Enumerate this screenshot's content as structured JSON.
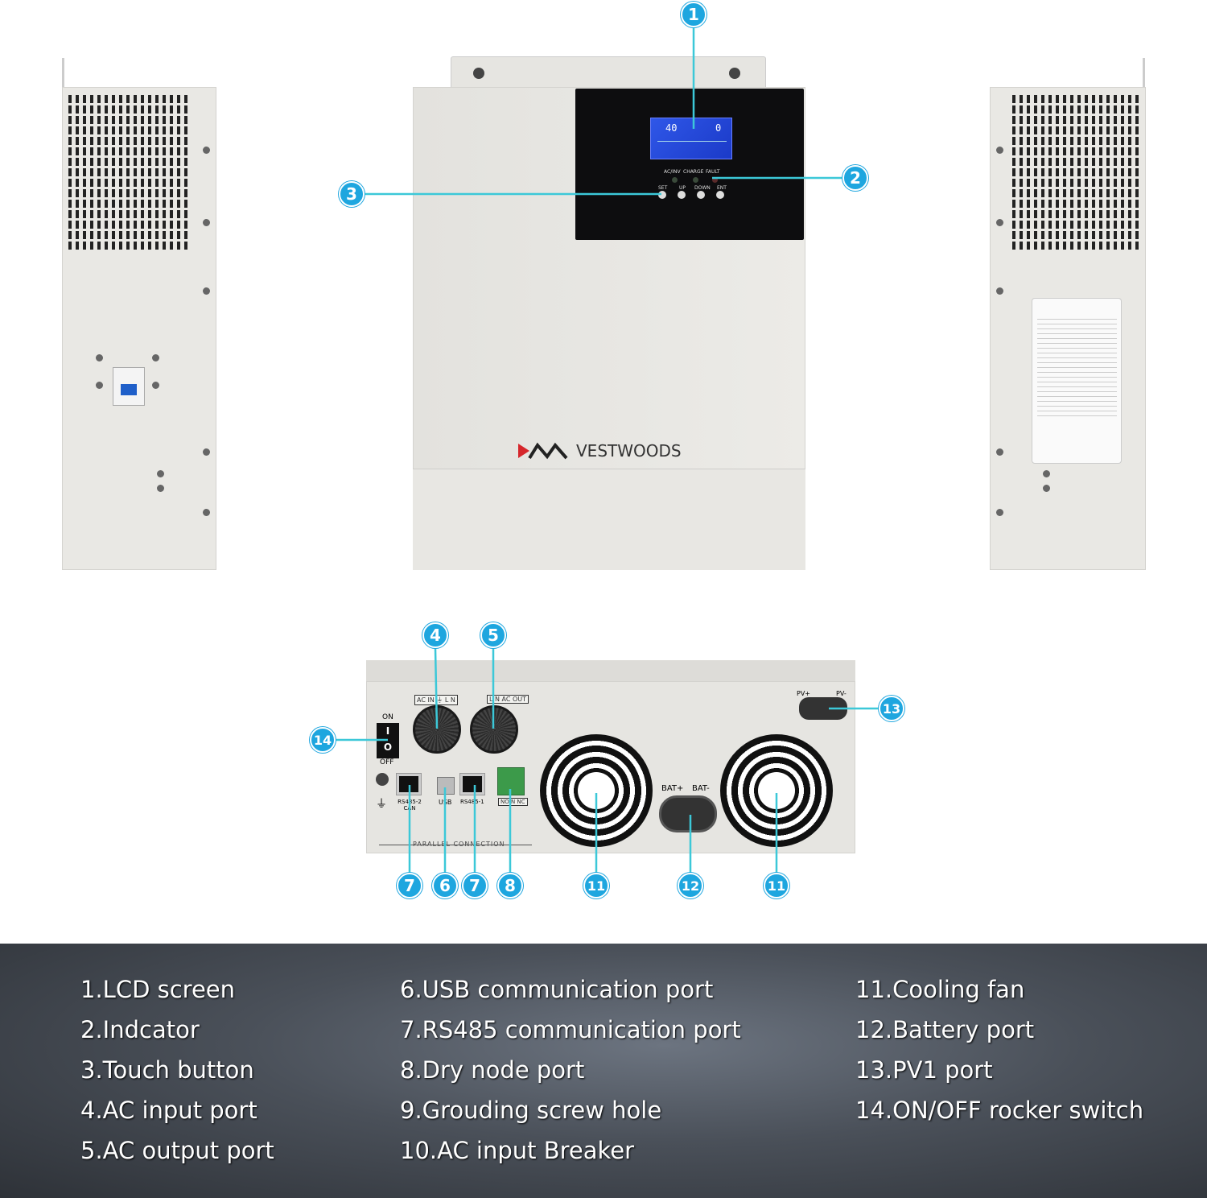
{
  "callouts": [
    "1",
    "2",
    "3",
    "4",
    "5",
    "14",
    "13",
    "7",
    "6",
    "7",
    "8",
    "11",
    "12",
    "11"
  ],
  "brand": "VESTWOODS",
  "lcd": {
    "left_value": "40",
    "right_value": "0"
  },
  "indicators": [
    "AC/INV",
    "CHARGE",
    "FAULT"
  ],
  "buttons": [
    "SET",
    "UP",
    "DOWN",
    "ENT"
  ],
  "bottom_panel": {
    "ac_in_label": "AC IN ⏚ L N",
    "ac_out_label": "L N AC OUT",
    "switch_on": "ON",
    "switch_off": "OFF",
    "switch_i": "I",
    "switch_o": "O",
    "rs485_2": "RS485-2 CAN",
    "usb": "USB",
    "rs485_1": "RS485-1",
    "dry": "NO N NC",
    "parallel": "PARALLEL CONNECTION",
    "bat_plus": "BAT+",
    "bat_minus": "BAT-",
    "pv_plus": "PV+",
    "pv_minus": "PV-"
  },
  "legend": [
    "1.LCD screen",
    "2.Indcator",
    "3.Touch button",
    "4.AC input port",
    "5.AC output port",
    "6.USB communication port",
    "7.RS485 communication port",
    "8.Dry node port",
    "9.Grouding screw hole",
    "10.AC input Breaker",
    "11.Cooling fan",
    "12.Battery port",
    "13.PV1 port",
    "14.ON/OFF rocker switch"
  ],
  "colors": {
    "callout": "#1ea6df",
    "leader": "#3cc8d8",
    "brand_red": "#d6262b"
  }
}
